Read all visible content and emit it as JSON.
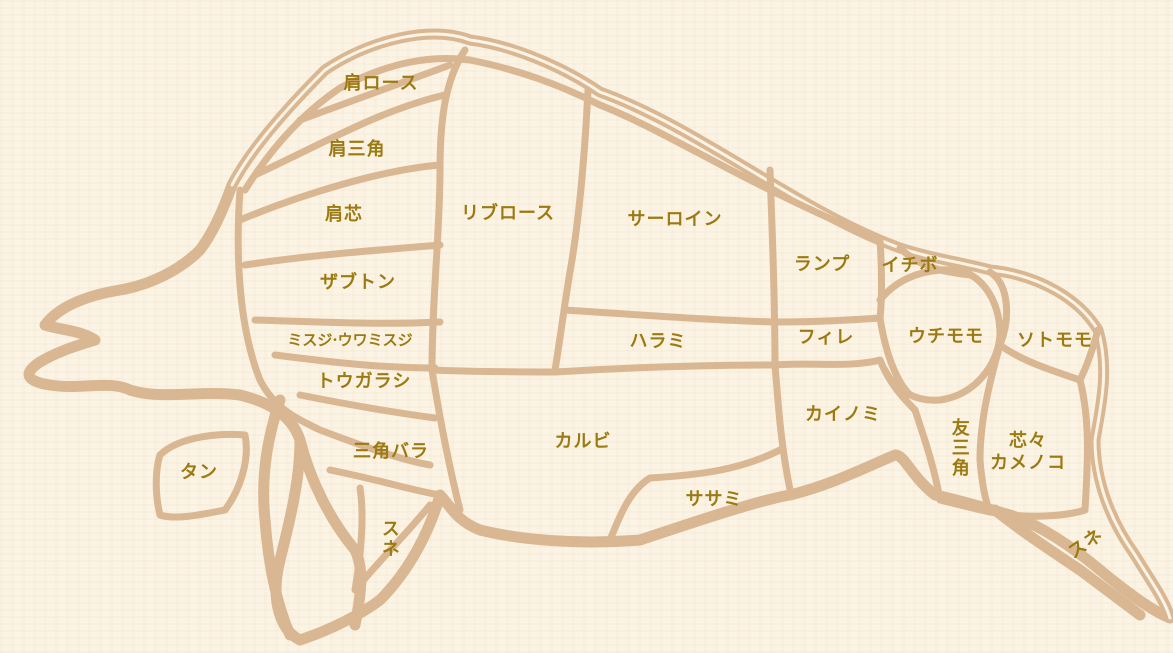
{
  "cuts": {
    "kata_loin": "肩ロース",
    "kata_sankaku": "肩三角",
    "kata_shin": "肩芯",
    "zabuton": "ザブトン",
    "misuji": "ミスジ·ウワミスジ",
    "tougarashi": "トウガラシ",
    "sankaku_bara": "三角バラ",
    "sune_front": "スネ",
    "tan": "タン",
    "ribloin": "リブロース",
    "sirloin": "サーロイン",
    "harami": "ハラミ",
    "karubi": "カルビ",
    "sasami": "ササミ",
    "rump": "ランプ",
    "ichibo": "イチボ",
    "fillet": "フィレ",
    "kainomi": "カイノミ",
    "uchimomo": "ウチモモ",
    "sotomomo": "ソトモモ",
    "tomosankaku": "友三角",
    "shinshin_kamenoko": "芯々\nカメノコ",
    "sune_rear": "スネ"
  },
  "colors": {
    "background": "#fbf3e4",
    "line": "#d9b793",
    "text": "#9c7a12"
  }
}
